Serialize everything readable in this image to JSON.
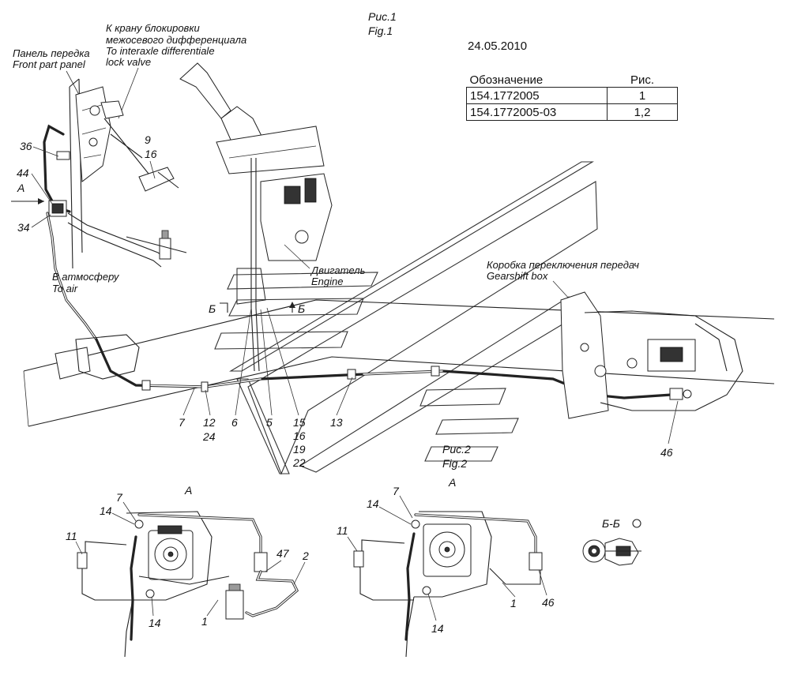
{
  "header": {
    "figure_ru": "Рис.1",
    "figure_en": "Fig.1",
    "date": "24.05.2010"
  },
  "table": {
    "col_designation": "Обозначение",
    "col_figure": "Рис.",
    "rows": [
      {
        "designation": "154.1772005",
        "figure": "1"
      },
      {
        "designation": "154.1772005-03",
        "figure": "1,2"
      }
    ]
  },
  "labels": {
    "lock_valve_ru_1": "К крану блокировки",
    "lock_valve_ru_2": "межосевого дифференциала",
    "lock_valve_en_1": "To interaxle differentiale",
    "lock_valve_en_2": "lock valve",
    "front_panel_ru": "Панель передка",
    "front_panel_en": "Front part panel",
    "to_air_ru": "В атмосферу",
    "to_air_en": "To air",
    "engine_ru": "Двигатель",
    "engine_en": "Engine",
    "gearshift_ru": "Коробка переключения передач",
    "gearshift_en": "Gearshift box",
    "view_a": "A",
    "section_b_left": "Б",
    "section_b_right": "Б",
    "fig2_ru": "Рис.2",
    "fig2_en": "Fig.2",
    "view_a_1": "A",
    "view_a_2": "A",
    "section_bb": "Б-Б"
  },
  "callouts": {
    "c36": "36",
    "c44": "44",
    "c34": "34",
    "c9": "9",
    "c16a": "16",
    "c7": "7",
    "c12": "12",
    "c24": "24",
    "c6": "6",
    "c5": "5",
    "c15": "15",
    "c16b": "16",
    "c19": "19",
    "c22": "22",
    "c13": "13",
    "c46": "46",
    "d1_7": "7",
    "d1_14a": "14",
    "d1_11": "11",
    "d1_47": "47",
    "d1_2": "2",
    "d1_1": "1",
    "d1_14b": "14",
    "d2_7": "7",
    "d2_14a": "14",
    "d2_11": "11",
    "d2_46": "46",
    "d2_1": "1",
    "d2_14b": "14"
  }
}
